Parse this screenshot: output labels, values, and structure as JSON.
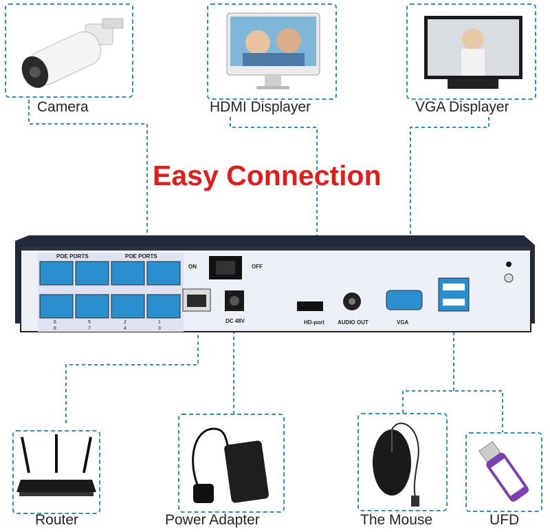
{
  "title": "Easy Connection",
  "devices": {
    "camera": "Camera",
    "hdmi": "HDMI Displayer",
    "vga": "VGA Displayer",
    "router": "Router",
    "power": "Power Adapter",
    "mouse": "The Mouse",
    "ufd": "UFD"
  },
  "panel": {
    "poe_left": "POE PORTS",
    "poe_right": "POE PORTS",
    "port_nums_top": [
      "6",
      "5",
      "2",
      "1"
    ],
    "port_nums_bottom": [
      "8",
      "7",
      "4",
      "3"
    ],
    "on": "ON",
    "off": "OFF",
    "dc": "DC 48V",
    "hdport": "HD-port",
    "audio": "AUDIO OUT",
    "vga": "VGA"
  },
  "colors": {
    "accent": "#2a8fcf",
    "title": "#e31b1b"
  }
}
